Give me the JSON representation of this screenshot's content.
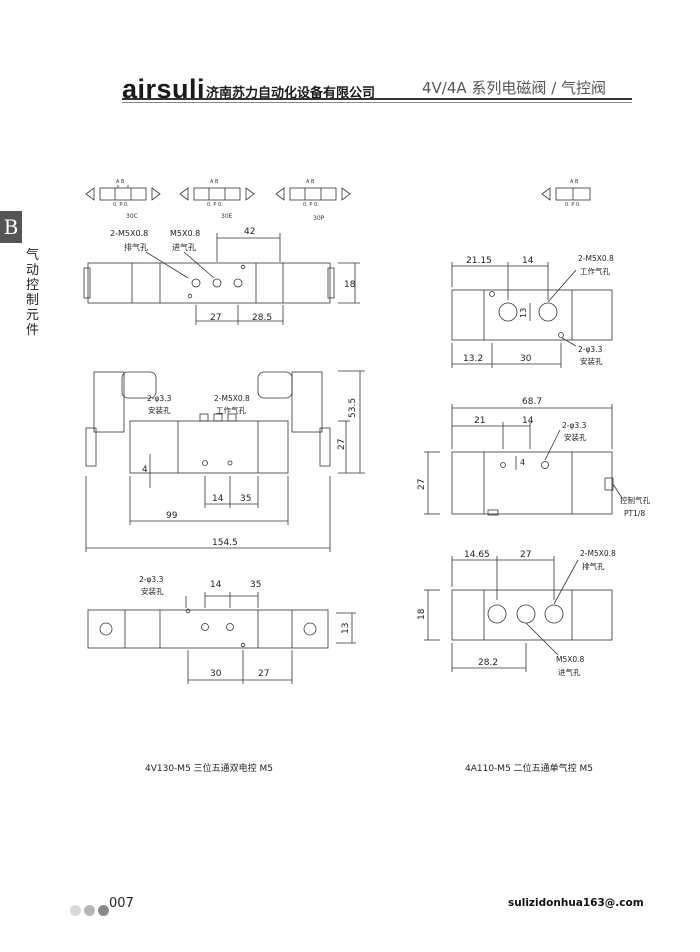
{
  "header": {
    "brand": "airsuli",
    "company": "济南苏力自动化设备有限公司",
    "series": "4V/4A 系列电磁阀 / 气控阀"
  },
  "sidebar": {
    "section_letter": "B",
    "section_label": "气动控制元件"
  },
  "symbols": {
    "labels": [
      "30C",
      "30E",
      "30P"
    ],
    "port_top": "A  B",
    "port_bottom": "0. P 0.",
    "port_right": "A B",
    "port_right_bottom": "0. P 0."
  },
  "left_drawing": {
    "top_view": {
      "exhaust_label": "2-M5X0.8",
      "exhaust_text": "排气孔",
      "inlet_label": "M5X0.8",
      "inlet_text": "进气孔",
      "dim_42": "42",
      "dim_18": "18",
      "dim_27": "27",
      "dim_28_5": "28.5"
    },
    "front_view": {
      "mount_label": "2-φ3.3",
      "mount_text": "安装孔",
      "work_label": "2-M5X0.8",
      "work_text": "工作气孔",
      "dim_53_5": "53.5",
      "dim_27": "27",
      "dim_4": "4",
      "dim_14": "14",
      "dim_35": "35",
      "dim_99": "99",
      "dim_154_5": "154.5"
    },
    "bottom_view": {
      "mount_label": "2-φ3.3",
      "mount_text": "安装孔",
      "dim_14": "14",
      "dim_35": "35",
      "dim_13": "13",
      "dim_30": "30",
      "dim_27": "27"
    },
    "caption": "4V130-M5 三位五通双电控 M5"
  },
  "right_drawing": {
    "top_view": {
      "dim_21_15": "21.15",
      "dim_14": "14",
      "work_label": "2-M5X0.8",
      "work_text": "工作气孔",
      "dim_13": "13",
      "mount_label": "2-φ3.3",
      "mount_text": "安装孔",
      "dim_13_2": "13.2",
      "dim_30": "30"
    },
    "front_view": {
      "dim_68_7": "68.7",
      "dim_21": "21",
      "dim_14": "14",
      "dim_4": "4",
      "mount_label": "2-φ3.3",
      "mount_text": "安装孔",
      "dim_27": "27",
      "pilot_text": "控制气孔",
      "pilot_thread": "PT1/8"
    },
    "bottom_view": {
      "dim_14_65": "14.65",
      "dim_27": "27",
      "exhaust_label": "2-M5X0.8",
      "exhaust_text": "排气孔",
      "dim_18": "18",
      "dim_28_2": "28.2",
      "inlet_label": "M5X0.8",
      "inlet_text": "进气孔"
    },
    "caption": "4A110-M5 二位五通单气控 M5"
  },
  "footer": {
    "page_number": "007",
    "email": "sulizidonhua163@.com",
    "dot_colors": [
      "#d8d8d8",
      "#b5b5b5",
      "#8a8a8a"
    ]
  }
}
